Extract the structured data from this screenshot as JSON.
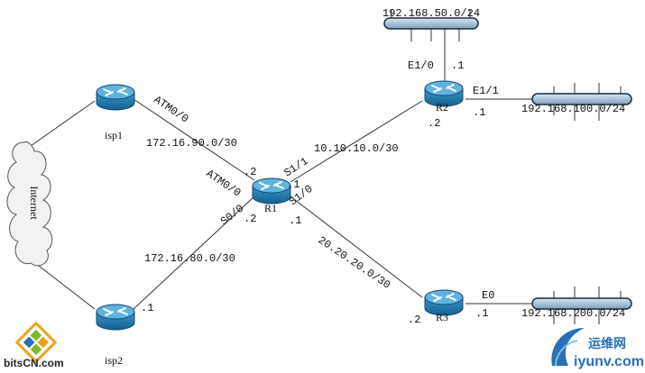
{
  "diagram": {
    "routers": [
      {
        "id": "isp1",
        "label": "isp1"
      },
      {
        "id": "isp2",
        "label": "isp2"
      },
      {
        "id": "r1",
        "label": "R1"
      },
      {
        "id": "r2",
        "label": "R2"
      },
      {
        "id": "r3",
        "label": "R3"
      }
    ],
    "cloud_label": "Internet",
    "segments": {
      "lan_r2_top": "192.168.50.0/24",
      "lan_r2_right": "192.168.100.0/24",
      "lan_r3": "192.168.200.0/24"
    },
    "links": {
      "isp1_r1": "172.16.90.0/30",
      "isp2_r1": "172.16.80.0/30",
      "r1_r2": "10.10.10.0/30",
      "r1_r3": "20.20.20.0/30"
    },
    "interfaces": {
      "isp1_atm": "ATM0/0",
      "r1_atm": "ATM0/0",
      "r1_s00": "S0/0",
      "r1_s11": "S1/1",
      "r1_s10": "S1/0",
      "r2_e10": "E1/0",
      "r2_e11": "E1/1",
      "r3_e0": "E0"
    },
    "hosts": {
      "r1_atm_host": ".2",
      "r1_s11_host": ".1",
      "r1_s00_host": ".2",
      "r1_s10_host": ".1",
      "isp2_host": ".1",
      "r2_s_host": ".2",
      "r2_e10_host": ".1",
      "r2_e11_host": ".1",
      "r3_s_host": ".2",
      "r3_e0_host": ".1"
    }
  },
  "watermarks": {
    "left_text": "bitsCN.com",
    "right_cn": "运维网",
    "right_url": "iyunv.com"
  },
  "colors": {
    "router_fill": "#1f7fb6",
    "router_top": "#5fb3dd",
    "segment_fill": "#b8cfe0",
    "segment_stroke": "#1c2a44",
    "line": "#333333",
    "wm_green": "#7cba2a",
    "wm_blue": "#2a6fb8"
  }
}
